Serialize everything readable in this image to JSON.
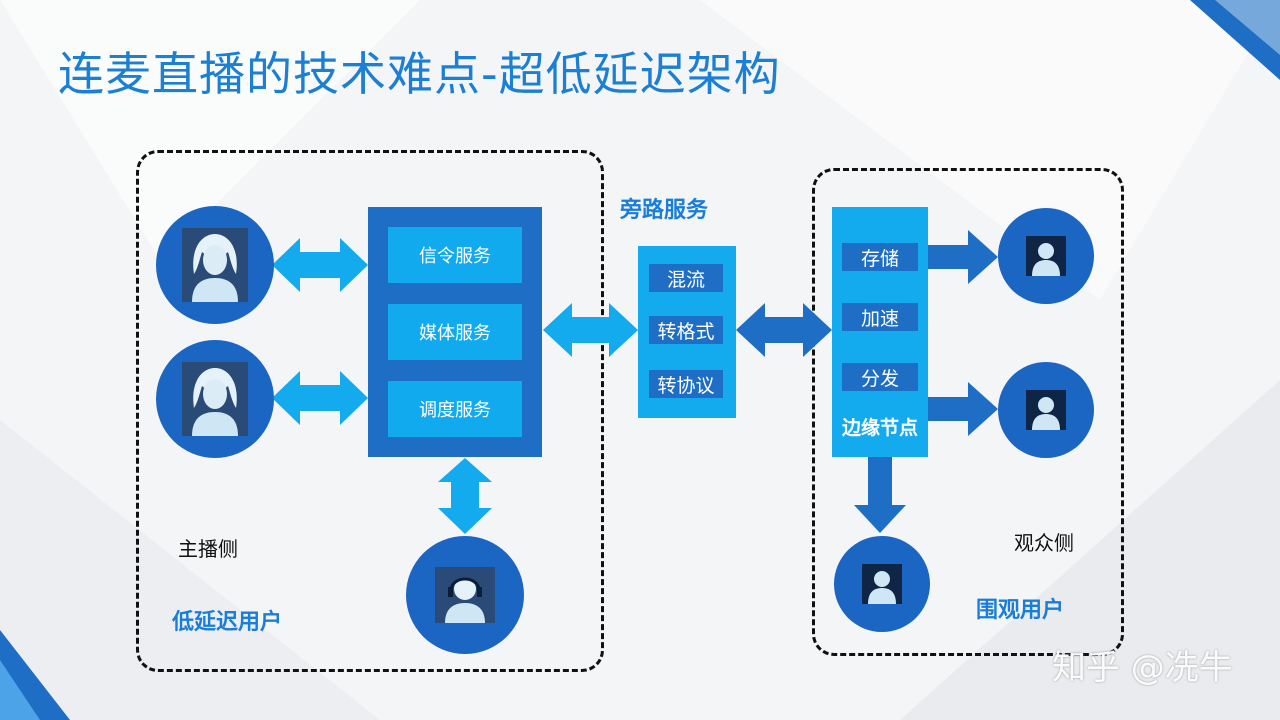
{
  "title": "连麦直播的技术难点-超低延迟架构",
  "streamer_side": {
    "side_label": "主播侧",
    "group_label": "低延迟用户",
    "services": [
      "信令服务",
      "媒体服务",
      "调度服务"
    ]
  },
  "bypass": {
    "label": "旁路服务",
    "items": [
      "混流",
      "转格式",
      "转协议"
    ]
  },
  "audience_side": {
    "side_label": "观众侧",
    "group_label": "围观用户",
    "edge_items": [
      "存储",
      "加速",
      "分发"
    ],
    "edge_label": "边缘节点"
  },
  "watermark": "知乎 @冼牛",
  "colors": {
    "title": "#1b7fd4",
    "dark_blue": "#1d6ec4",
    "light_blue": "#14aaee",
    "circle": "#1a66c2"
  }
}
